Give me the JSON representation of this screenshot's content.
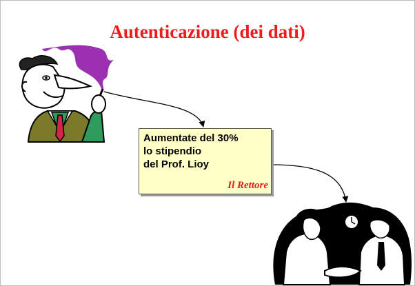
{
  "slide": {
    "title": "Autenticazione (dei dati)",
    "message": {
      "lines": [
        "Aumentate del 30%",
        "lo stipendio",
        "del Prof. Lioy"
      ],
      "signature": "Il Rettore"
    }
  },
  "illustrations": {
    "sender": "smoking-man-clipart",
    "receiver": "office-workers-clipart"
  },
  "colors": {
    "title": "#ee1c1c",
    "note_background": "#ffffc8",
    "signature": "#e11919",
    "smoke": "#9b30b0"
  }
}
